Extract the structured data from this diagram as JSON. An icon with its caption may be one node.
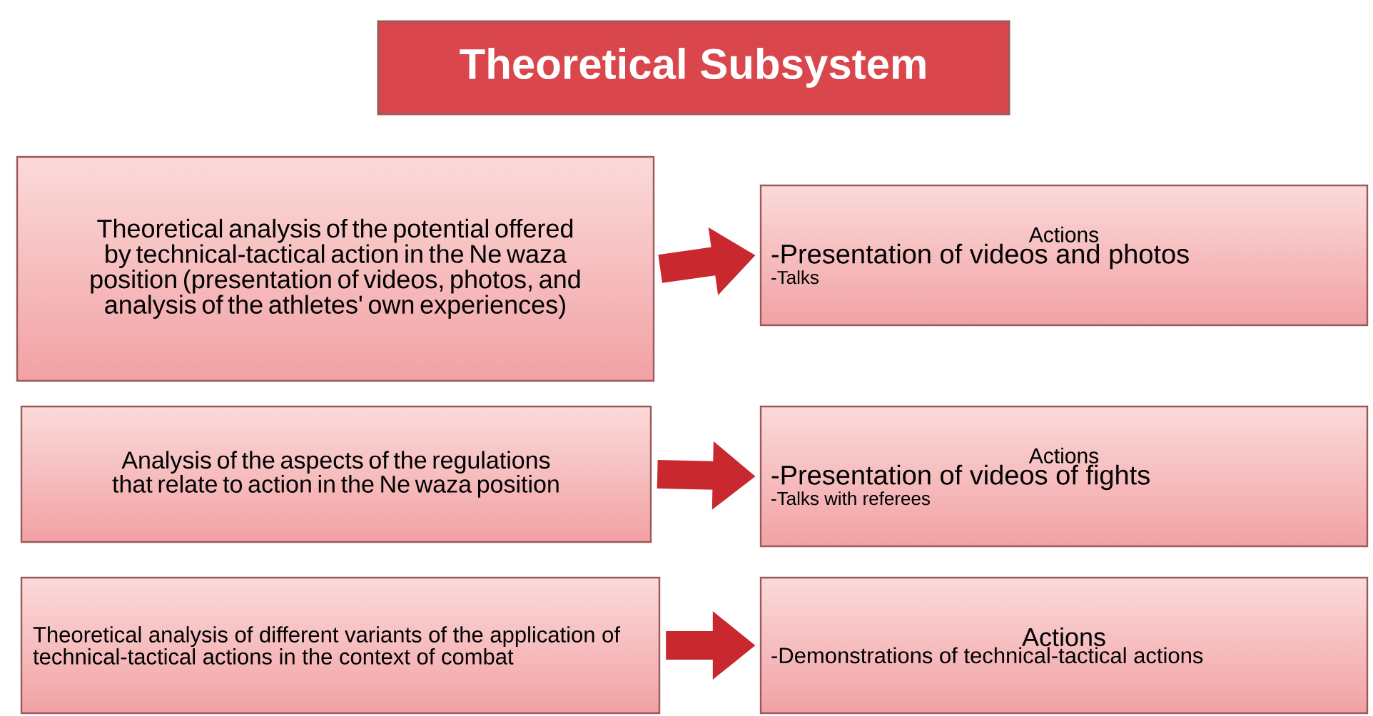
{
  "diagram": {
    "nodes": [
      {
        "text": [
          "Theoretical Subsystem"
        ]
      },
      {
        "text": [
          "Theoretical analysis of the potential offered by technical-tactical action in the Ne waza position (presentation of videos, photos, and analysis of the athletes' own experiences)"
        ]
      },
      {
        "text": [
          "Actions",
          "-Presentation of videos and photos",
          "-Talks"
        ]
      },
      {
        "text": [
          "Analysis of the aspects of the regulations that relate to action in the Ne waza position"
        ]
      },
      {
        "text": [
          "Actions",
          "-Presentation of videos of fights",
          "-Talks with referees"
        ]
      },
      {
        "text": [
          "Theoretical analysis of different variants of the application of technical-tactical actions in the context of combat"
        ]
      },
      {
        "text": [
          "Actions",
          "-Demonstrations of technical-tactical actions"
        ]
      }
    ],
    "edges": [
      {
        "from": 1,
        "to": 2,
        "arrow": "to"
      },
      {
        "from": 3,
        "to": 4,
        "arrow": "to"
      },
      {
        "from": 5,
        "to": 6,
        "arrow": "to"
      }
    ]
  }
}
